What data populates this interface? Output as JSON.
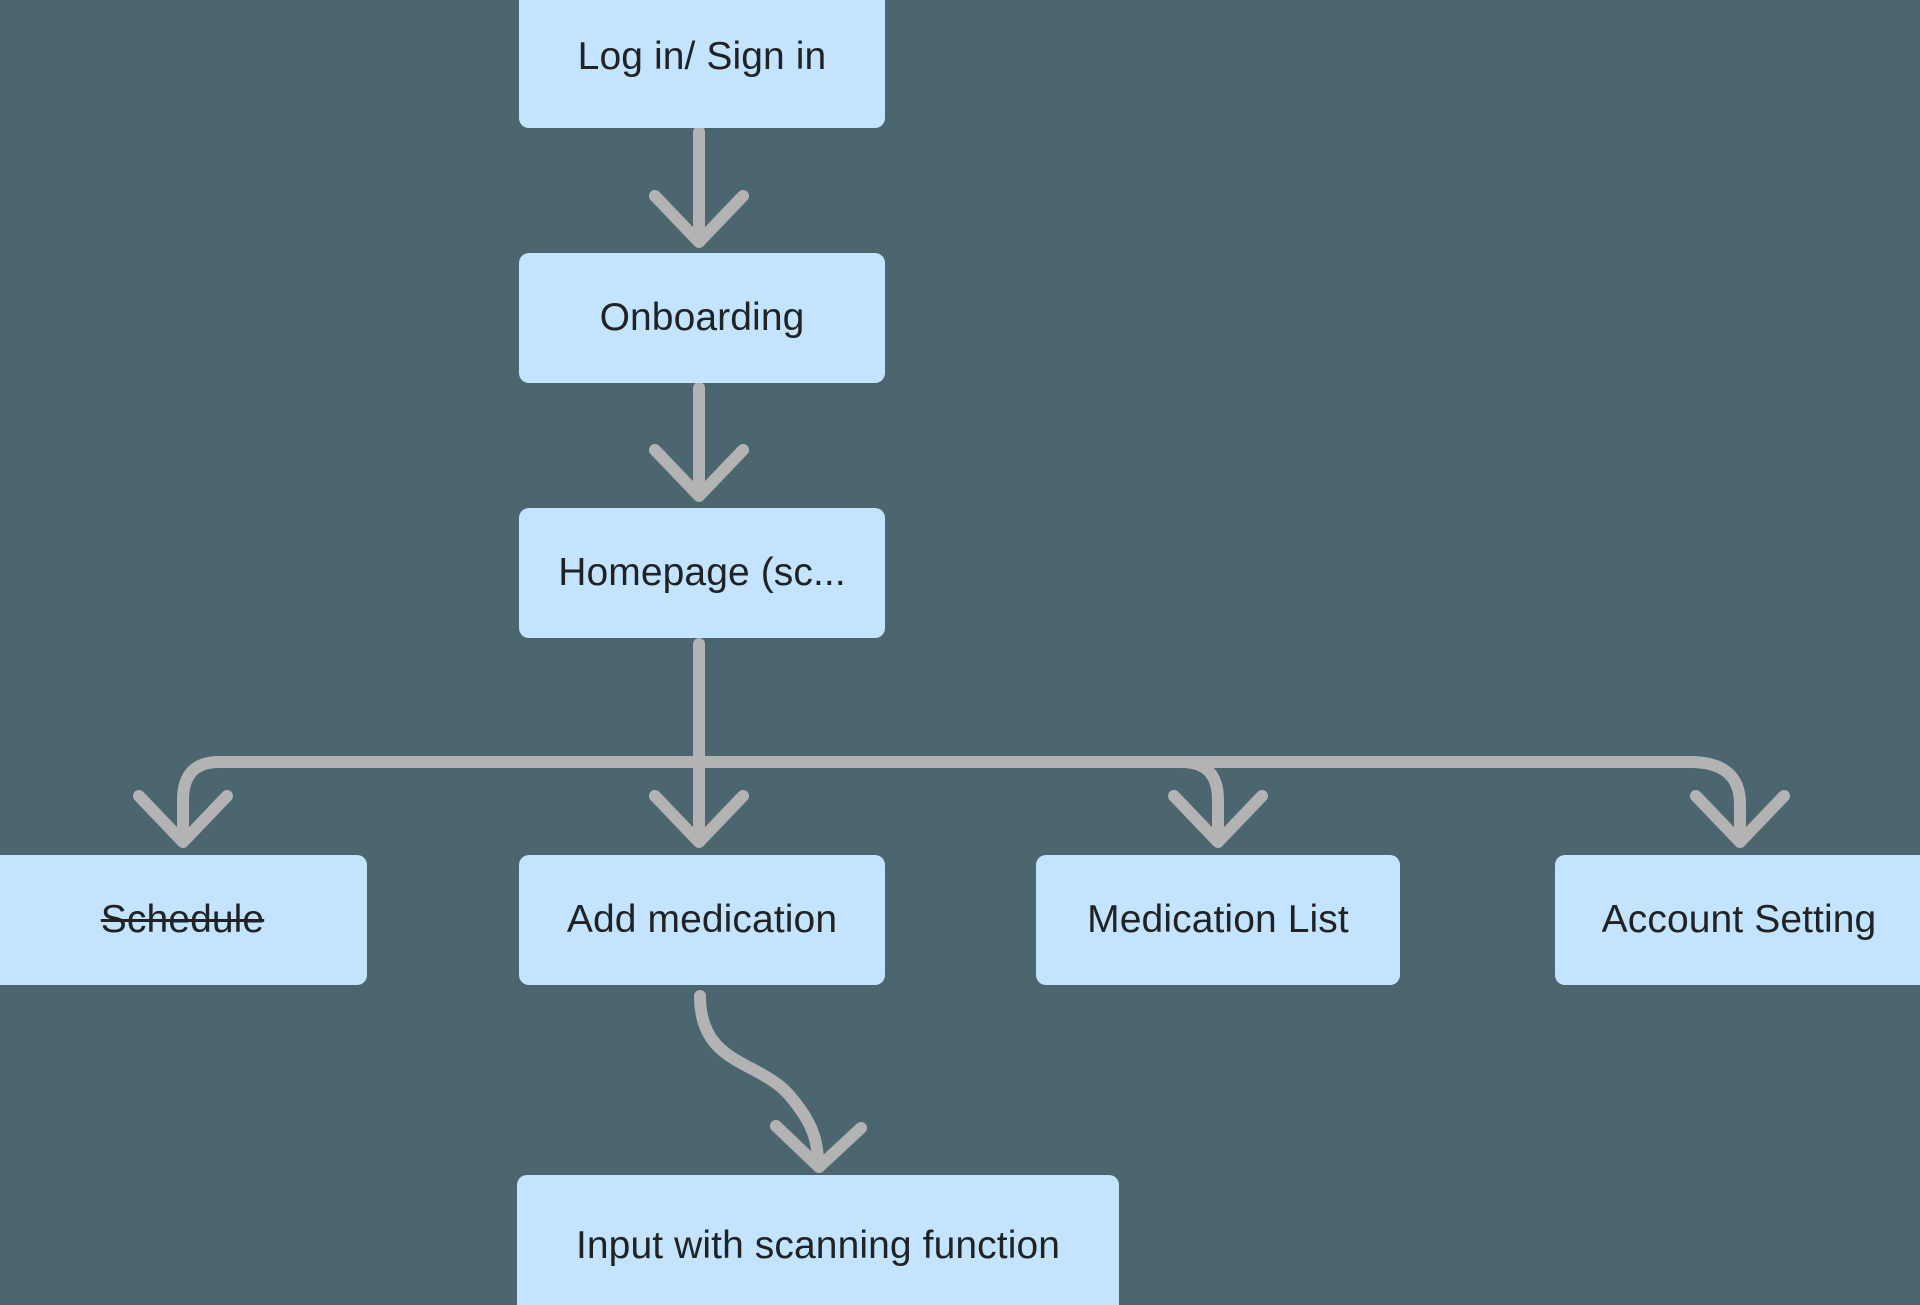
{
  "diagram": {
    "title": "Medication app user flow",
    "background_color": "#4c666f",
    "node_fill_color": "#c3e4fc",
    "node_text_color": "#1f2326",
    "edge_color": "#b3b3b3"
  },
  "nodes": [
    {
      "id": "login",
      "label": "Log in/ Sign in",
      "struck": false
    },
    {
      "id": "onboarding",
      "label": "Onboarding",
      "struck": false
    },
    {
      "id": "homepage",
      "label": "Homepage (sc...",
      "struck": false
    },
    {
      "id": "schedule",
      "label": "Schedule",
      "struck": true
    },
    {
      "id": "addmed",
      "label": "Add medication",
      "struck": false
    },
    {
      "id": "medlist",
      "label": "Medication List",
      "struck": false
    },
    {
      "id": "account",
      "label": "Account Setting",
      "struck": false
    },
    {
      "id": "scan",
      "label": "Input with scanning function",
      "struck": false
    }
  ],
  "edges": [
    {
      "from": "login",
      "to": "onboarding",
      "kind": "straight-down"
    },
    {
      "from": "onboarding",
      "to": "homepage",
      "kind": "straight-down"
    },
    {
      "from": "homepage",
      "to": "schedule",
      "kind": "bus-branch-left"
    },
    {
      "from": "homepage",
      "to": "addmed",
      "kind": "straight-down"
    },
    {
      "from": "homepage",
      "to": "medlist",
      "kind": "bus-branch-right"
    },
    {
      "from": "homepage",
      "to": "account",
      "kind": "bus-branch-right"
    },
    {
      "from": "addmed",
      "to": "scan",
      "kind": "s-curve"
    }
  ]
}
